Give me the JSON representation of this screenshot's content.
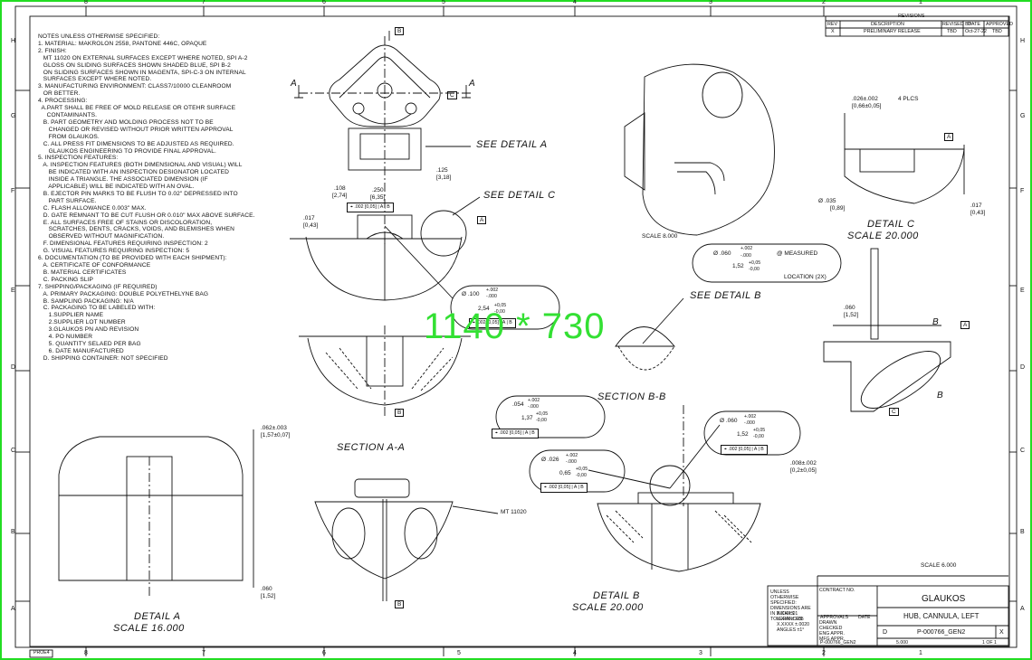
{
  "watermark": "1140 * 730",
  "notes_title": "NOTES UNLESS OTHERWISE SPECIFIED:",
  "notes": [
    "1. MATERIAL: MAKROLON 2558, PANTONE 446C, OPAQUE",
    "2. FINISH:",
    "   MT 11020 ON EXTERNAL SURFACES EXCEPT WHERE NOTED, SPI A-2",
    "   GLOSS ON SLIDING SURFACES SHOWN SHADED BLUE, SPI B-2",
    "   ON SLIDING SURFACES SHOWN IN MAGENTA, SPI-C-3 ON INTERNAL",
    "   SURFACES EXCEPT WHERE NOTED.",
    "3. MANUFACTURING ENVIRONMENT: CLASS7/10000 CLEANROOM",
    "   OR BETTER.",
    "4. PROCESSING:",
    "  A.PART SHALL BE FREE OF MOLD RELEASE OR OTEHR SURFACE",
    "     CONTAMINANTS.",
    "   B. PART GEOMETRY AND MOLDING PROCESS NOT TO BE",
    "      CHANGED OR REVISED WITHOUT PRIOR WRITTEN APPROVAL",
    "      FROM GLAUKOS.",
    "   C. ALL PRESS FIT DIMENSIONS TO BE ADJUSTED AS REQUIRED.",
    "      GLAUKOS ENGINEERING TO PROVIDE FINAL APPROVAL.",
    "5. INSPECTION FEATURES:",
    "   A. INSPECTION FEATURES (BOTH DIMENSIONAL AND VISUAL) WILL",
    "      BE INDICATED WITH AN INSPECTION DESIGNATOR LOCATED",
    "      INSIDE A TRIANGLE. THE ASSOCIATED DIMENSION (IF",
    "      APPLICABLE) WILL BE INDICATED WITH AN OVAL.",
    "   B. EJECTOR PIN MARKS TO BE FLUSH TO 0.02\" DEPRESSED INTO",
    "      PART SURFACE.",
    "   C. FLASH ALLOWANCE 0.003\" MAX.",
    "   D. GATE REMNANT TO BE CUT FLUSH OR 0.010\" MAX ABOVE SURFACE.",
    "   E. ALL SURFACES FREE OF STAINS OR DISCOLORATION,",
    "      SCRATCHES, DENTS, CRACKS, VOIDS, AND BLEMISHES WHEN",
    "      OBSERVED WITHOUT MAGNIFICATION.",
    "",
    "   F. DIMENSIONAL FEATURES REQUIRING INSPECTION: 2",
    "   G. VISUAL FEATURES REQUIRING INSPECTION: 5",
    "6. DOCUMENTATION (TO BE PROVIDED WITH EACH SHIPMENT):",
    "   A. CERTIFICATE OF CONFORMANCE",
    "   B. MATERIAL CERTIFICATES",
    "   C. PACKING SLIP",
    "7. SHIPPING/PACKAGING (IF REQUIRED)",
    "   A. PRIMARY PACKAGING: DOUBLE POLYETHELYNE BAG",
    "   B. SAMPLING PACKAGING: N/A",
    "   C. PACKAGING TO BE LABELED WITH:",
    "      1.SUPPLIER NAME",
    "      2.SUPPLIER LOT NUMBER",
    "      3.GLAUKOS PN AND REVISION",
    "      4. PO NUMBER",
    "      5. QUANTITY SELAED PER BAG",
    "      6. DATE MANUFACTURED",
    "   D. SHIPPING CONTAINER: NOT SPECIFIED"
  ],
  "zones": {
    "top": [
      "8",
      "7",
      "6",
      "5",
      "4",
      "3",
      "2",
      "1"
    ],
    "bottom": [
      "8",
      "7",
      "6",
      "5",
      "4",
      "3",
      "2",
      "1"
    ],
    "left": [
      "H",
      "G",
      "F",
      "E",
      "D",
      "C",
      "B",
      "A"
    ],
    "right": [
      "H",
      "G",
      "F",
      "E",
      "D",
      "C",
      "B",
      "A"
    ]
  },
  "view_labels": {
    "see_detail_a": "SEE DETAIL  A",
    "see_detail_c": "SEE DETAIL  C",
    "see_detail_b": "SEE DETAIL  B",
    "section_aa": "SECTION  A-A",
    "section_bb": "SECTION  B-B",
    "detail_a_title": "DETAIL  A",
    "detail_a_scale": "SCALE  16.000",
    "detail_b_title": "DETAIL  B",
    "detail_b_scale": "SCALE  20.000",
    "detail_c_title": "DETAIL  C",
    "detail_c_scale": "SCALE  20.000",
    "scale_8": "SCALE  8.000",
    "scale_6": "SCALE  6.000",
    "mt11020": "MT 11020"
  },
  "datums": {
    "a": "A",
    "b": "B",
    "c": "C"
  },
  "dimensions": {
    "d125": ".125",
    "d125m": "[3,18]",
    "d250": ".250",
    "d250m": "[6,35]",
    "d108": ".108",
    "d108m": "[2,74]",
    "d017": ".017",
    "d017m": "[0,43]",
    "d026": ".026±.002",
    "d026m": "[0,66±0,05]",
    "plcs": "4 PLCS",
    "d035": "Ø .035",
    "d035m": "[0,89]",
    "d017c": ".017",
    "d017cm": "[0,43]",
    "d060": ".060",
    "d060m": "[1,52]",
    "d062": ".062±.003",
    "d062m": "[1,57±0,07]",
    "d060a": ".060",
    "d060am": "[1,52]",
    "d008": ".008±.002",
    "d008m": "[0,2±0,05]"
  },
  "callouts": {
    "fcf_a": ".002 [0,05]",
    "fcf_refs": [
      "A",
      "B"
    ],
    "oval_100": "Ø .100",
    "oval_100_tol": "+.002\n-.000",
    "oval_100_metric": "2,54",
    "oval_100_metric_tol": "+0,05\n-0,00",
    "oval_060_top": "Ø .060",
    "measured": "@ MEASURED",
    "location_2x": "LOCATION (2X)",
    "oval_060_metric": "1,52",
    "oval_054": ".054",
    "oval_054_metric": "1,37",
    "oval_060b": "Ø .060",
    "oval_060b_metric": "1,52",
    "oval_026": "Ø .026",
    "oval_026_metric": "0,65",
    "tol_plus": "+.002",
    "tol_minus": "-.000",
    "tol_mplus": "+0,05",
    "tol_mminus": "-0,00"
  },
  "revisions": {
    "title": "REVISIONS",
    "headers": [
      "REV",
      "DESCRIPTION",
      "REVISED BY",
      "DATE",
      "APPROVED"
    ],
    "row": [
      "X",
      "PRELIMINARY RELEASE",
      "TBD",
      "Oct-27-22",
      "TBD"
    ]
  },
  "title_block": {
    "company": "GLAUKOS",
    "title": "HUB, CANNULA, LEFT",
    "part_number": "P-000766_GEN2",
    "rev": "X",
    "size": "D",
    "sheet": "1 OF 1",
    "scale": "5.000",
    "approvals": "APPROVALS",
    "date_hdr": "DATE",
    "drawn": "DRAWN",
    "checked": "CHECKED",
    "eng_appr": "ENG APPR.",
    "mfg_appr": "MFG APPR.",
    "tolerance_note": "UNLESS OTHERWISE SPECIFIED: DIMENSIONS ARE IN INCHES TOLERANCES:",
    "tol_lines": [
      "X.XX ±.01",
      "X.XXX ±.005",
      "X.XXXX ±.0020",
      "ANGLES ±1°"
    ],
    "contract": "CONTRACT NO.",
    "file_name": "P-000766_GEN2"
  },
  "bottom_left_tag": "PROE4"
}
